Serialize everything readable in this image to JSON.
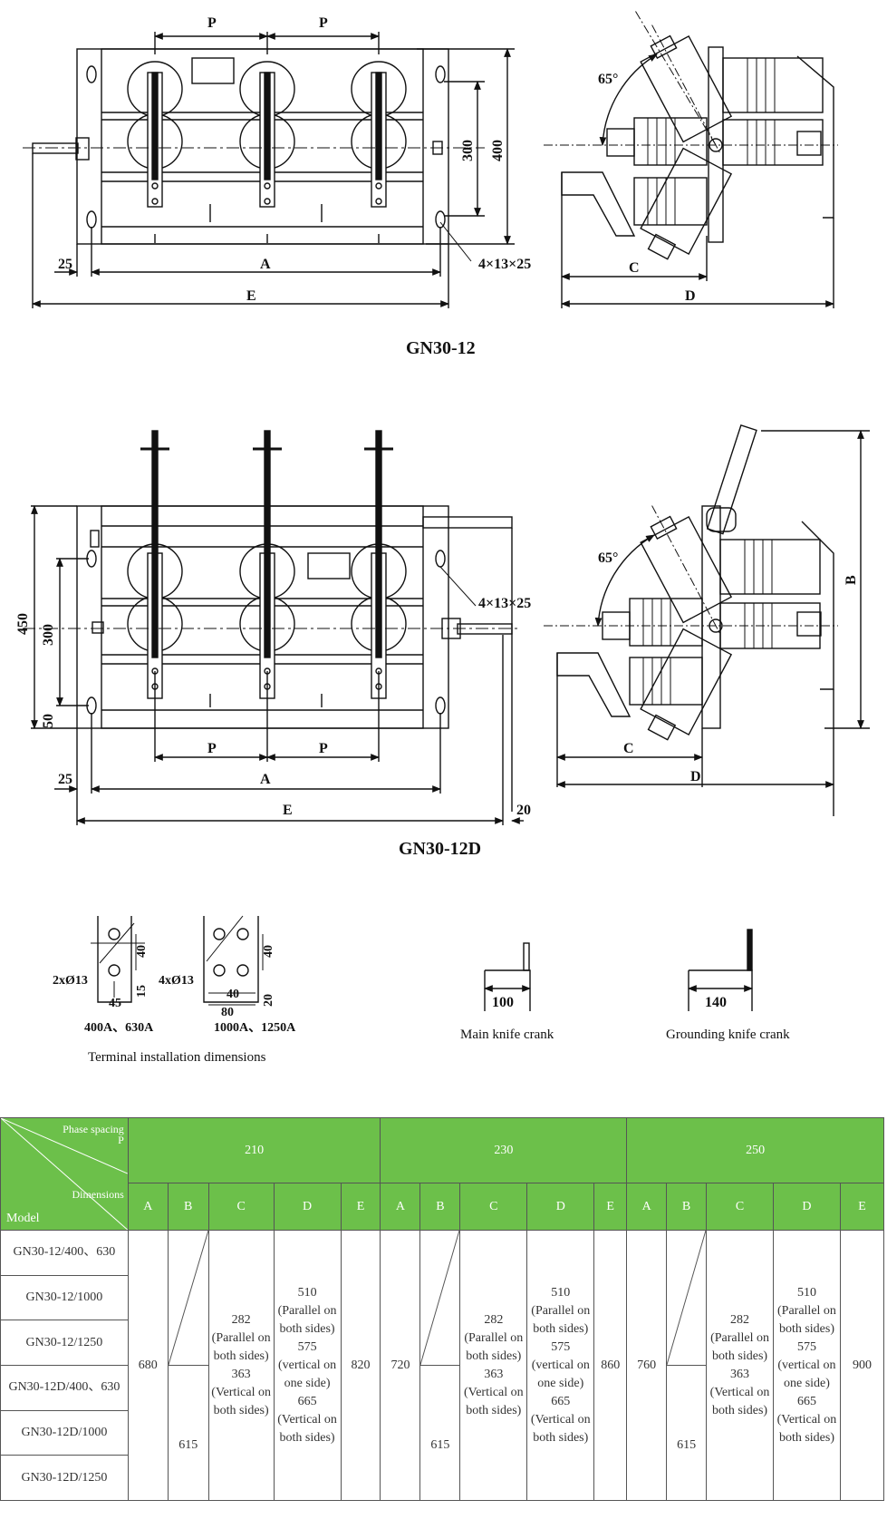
{
  "drawing1": {
    "caption": "GN30-12",
    "front": {
      "dim_p1": "P",
      "dim_p2": "P",
      "dim_300": "300",
      "dim_400": "400",
      "dim_25": "25",
      "dim_a": "A",
      "dim_e": "E",
      "hole_note": "4×13×25"
    },
    "side": {
      "angle": "65°",
      "dim_c": "C",
      "dim_d": "D"
    }
  },
  "drawing2": {
    "caption": "GN30-12D",
    "front": {
      "dim_450": "450",
      "dim_300": "300",
      "dim_50": "50",
      "dim_p1": "P",
      "dim_p2": "P",
      "dim_25": "25",
      "dim_a": "A",
      "dim_e": "E",
      "dim_20": "20",
      "hole_note": "4×13×25"
    },
    "side": {
      "angle": "65°",
      "dim_b": "B",
      "dim_c": "C",
      "dim_d": "D"
    }
  },
  "terminals": {
    "left": {
      "holes": "2xØ13",
      "d40": "40",
      "d15": "15",
      "d45": "45",
      "label": "400A、630A"
    },
    "right": {
      "holes": "4xØ13",
      "d40a": "40",
      "d40b": "40",
      "d20": "20",
      "d80": "80",
      "label": "1000A、1250A"
    },
    "caption": "Terminal installation dimensions"
  },
  "cranks": {
    "main": {
      "value": "100",
      "caption": "Main knife crank"
    },
    "grounding": {
      "value": "140",
      "caption": "Grounding knife crank"
    }
  },
  "table": {
    "corner": {
      "phase": "Phase spacing P",
      "dimensions": "Dimensions",
      "model": "Model"
    },
    "spacings": [
      "210",
      "230",
      "250"
    ],
    "letters": [
      "A",
      "B",
      "C",
      "D",
      "E"
    ],
    "models": [
      "GN30-12/400、630",
      "GN30-12/1000",
      "GN30-12/1250",
      "GN30-12D/400、630",
      "GN30-12D/1000",
      "GN30-12D/1250"
    ],
    "groups": [
      {
        "a": "680",
        "b": "615",
        "e": "820"
      },
      {
        "a": "720",
        "b": "615",
        "e": "860"
      },
      {
        "a": "760",
        "b": "615",
        "e": "900"
      }
    ],
    "c_text": "282 (Parallel on both sides) 363 (Vertical on both sides)",
    "d_text": "510 (Parallel on both sides) 575 (vertical on one side) 665 (Vertical on both sides)",
    "header_color": "#6cc04a"
  }
}
